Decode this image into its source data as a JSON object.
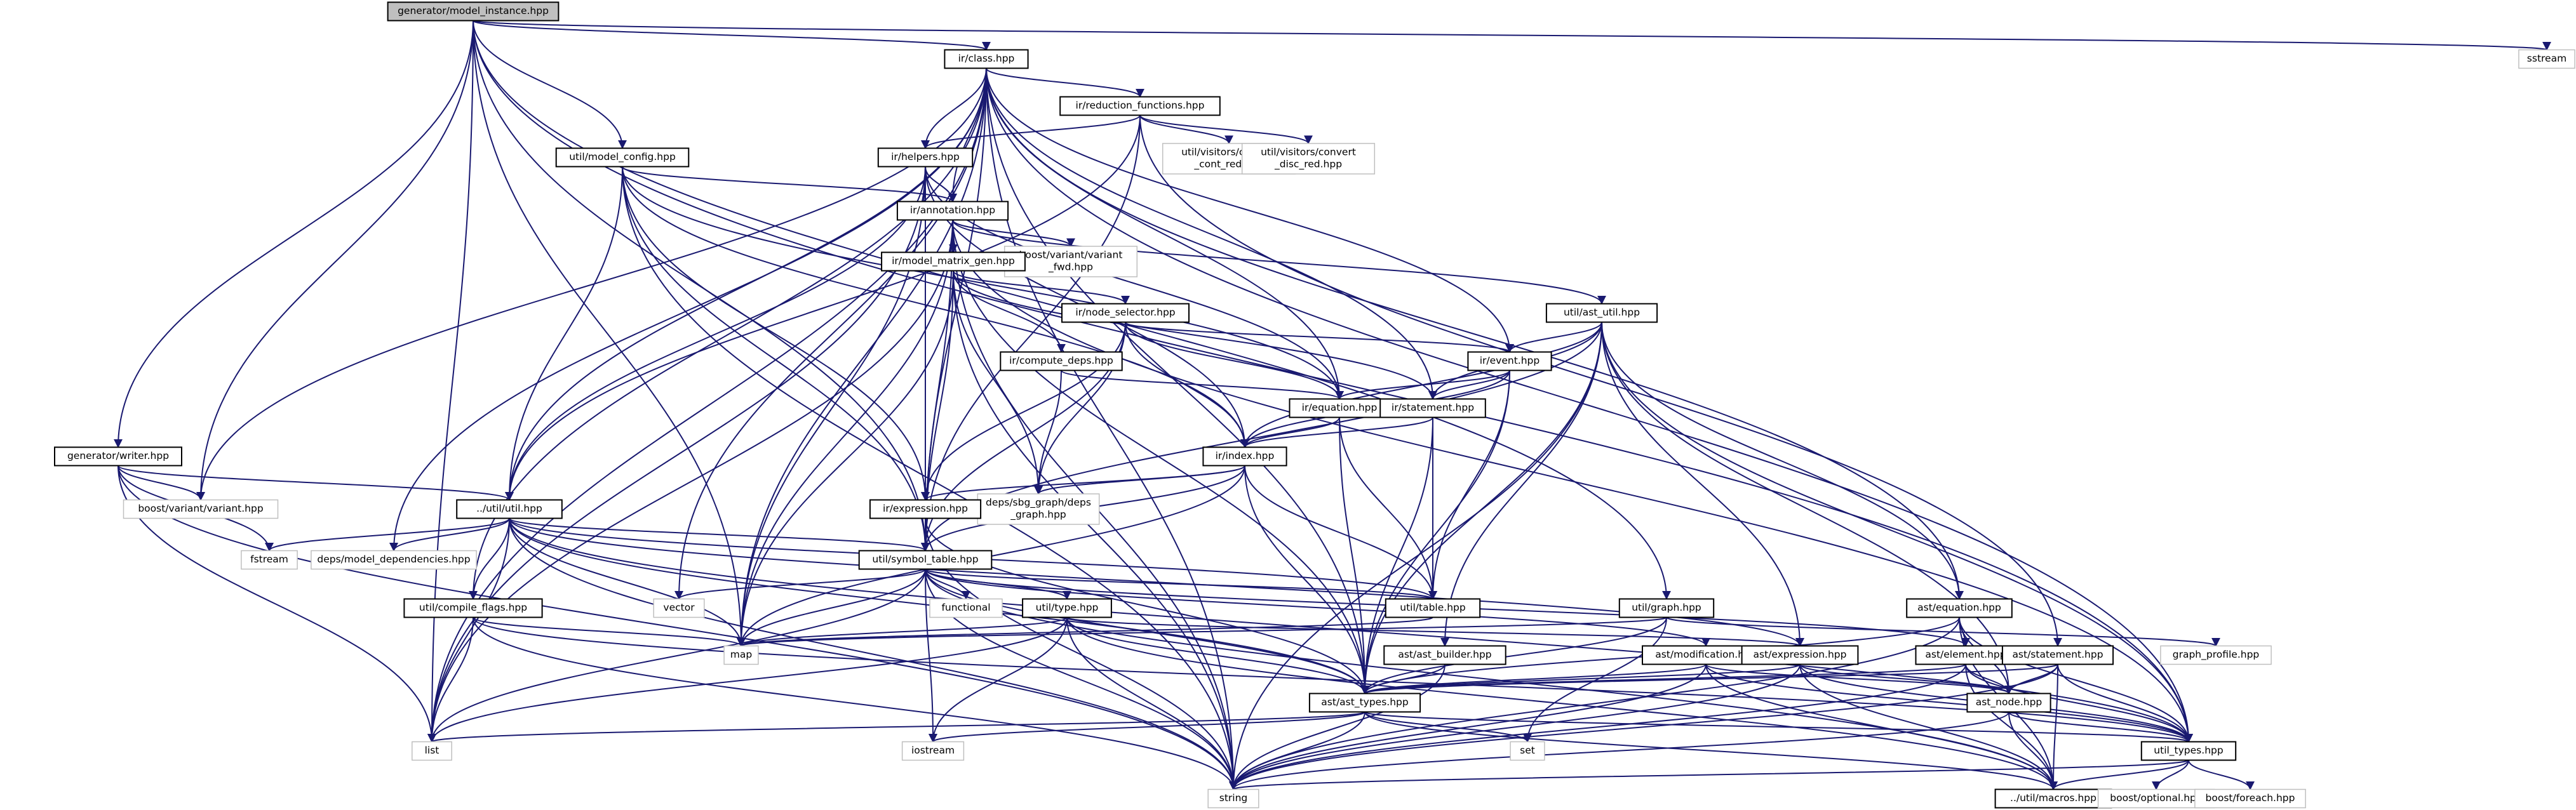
{
  "diagram": {
    "type": "include-dependency-graph",
    "nodes": [
      {
        "id": "n_root",
        "label": "generator/model_instance.hpp",
        "kind": "root"
      },
      {
        "id": "n_ir_class",
        "label": "ir/class.hpp",
        "kind": "box"
      },
      {
        "id": "n_sstream",
        "label": "sstream",
        "kind": "plain"
      },
      {
        "id": "n_red_fn",
        "label": "ir/reduction_functions.hpp",
        "kind": "box"
      },
      {
        "id": "n_ir_helpers",
        "label": "ir/helpers.hpp",
        "kind": "box"
      },
      {
        "id": "n_model_config",
        "label": "util/model_config.hpp",
        "kind": "box"
      },
      {
        "id": "n_conv_cont",
        "label": [
          "util/visitors/convert",
          "_cont_red.hpp"
        ],
        "kind": "plain"
      },
      {
        "id": "n_conv_disc",
        "label": [
          "util/visitors/convert",
          "_disc_red.hpp"
        ],
        "kind": "plain"
      },
      {
        "id": "n_ir_annot",
        "label": "ir/annotation.hpp",
        "kind": "box"
      },
      {
        "id": "n_bv_fwd",
        "label": [
          "boost/variant/variant",
          "_fwd.hpp"
        ],
        "kind": "plain"
      },
      {
        "id": "n_mmg",
        "label": "ir/model_matrix_gen.hpp",
        "kind": "box"
      },
      {
        "id": "n_ast_util",
        "label": "util/ast_util.hpp",
        "kind": "box"
      },
      {
        "id": "n_node_sel",
        "label": "ir/node_selector.hpp",
        "kind": "box"
      },
      {
        "id": "n_ir_event",
        "label": "ir/event.hpp",
        "kind": "box"
      },
      {
        "id": "n_comp_deps",
        "label": "ir/compute_deps.hpp",
        "kind": "box"
      },
      {
        "id": "n_ir_eq",
        "label": "ir/equation.hpp",
        "kind": "box"
      },
      {
        "id": "n_ir_stmt",
        "label": "ir/statement.hpp",
        "kind": "box"
      },
      {
        "id": "n_writer",
        "label": "generator/writer.hpp",
        "kind": "box"
      },
      {
        "id": "n_ir_index",
        "label": "ir/index.hpp",
        "kind": "box"
      },
      {
        "id": "n_bvv",
        "label": "boost/variant/variant.hpp",
        "kind": "plain"
      },
      {
        "id": "n_util_util",
        "label": "../util/util.hpp",
        "kind": "box"
      },
      {
        "id": "n_deps_graph",
        "label": [
          "deps/sbg_graph/deps",
          "_graph.hpp"
        ],
        "kind": "plain"
      },
      {
        "id": "n_ir_expr",
        "label": "ir/expression.hpp",
        "kind": "box"
      },
      {
        "id": "n_fstream",
        "label": "fstream",
        "kind": "plain"
      },
      {
        "id": "n_deps_model",
        "label": "deps/model_dependencies.hpp",
        "kind": "plain"
      },
      {
        "id": "n_sym_table",
        "label": "util/symbol_table.hpp",
        "kind": "box"
      },
      {
        "id": "n_vector",
        "label": "vector",
        "kind": "plain"
      },
      {
        "id": "n_functional",
        "label": "functional",
        "kind": "plain"
      },
      {
        "id": "n_util_table",
        "label": "util/table.hpp",
        "kind": "box"
      },
      {
        "id": "n_compile_flags",
        "label": "util/compile_flags.hpp",
        "kind": "box"
      },
      {
        "id": "n_util_type",
        "label": "util/type.hpp",
        "kind": "box"
      },
      {
        "id": "n_util_graph",
        "label": "util/graph.hpp",
        "kind": "box"
      },
      {
        "id": "n_ast_equation",
        "label": "ast/equation.hpp",
        "kind": "box"
      },
      {
        "id": "n_map",
        "label": "map",
        "kind": "plain"
      },
      {
        "id": "n_ast_builder",
        "label": "ast/ast_builder.hpp",
        "kind": "box"
      },
      {
        "id": "n_ast_mod",
        "label": "ast/modification.hpp",
        "kind": "box"
      },
      {
        "id": "n_ast_expr",
        "label": "ast/expression.hpp",
        "kind": "box"
      },
      {
        "id": "n_ast_element",
        "label": "ast/element.hpp",
        "kind": "box"
      },
      {
        "id": "n_ast_stmt",
        "label": "ast/statement.hpp",
        "kind": "box"
      },
      {
        "id": "n_graph_profile",
        "label": "graph_profile.hpp",
        "kind": "plain"
      },
      {
        "id": "n_ast_types",
        "label": "ast/ast_types.hpp",
        "kind": "box"
      },
      {
        "id": "n_ast_node",
        "label": "ast_node.hpp",
        "kind": "box"
      },
      {
        "id": "n_util_types",
        "label": "util_types.hpp",
        "kind": "box"
      },
      {
        "id": "n_list",
        "label": "list",
        "kind": "plain"
      },
      {
        "id": "n_iostream",
        "label": "iostream",
        "kind": "plain"
      },
      {
        "id": "n_set",
        "label": "set",
        "kind": "plain"
      },
      {
        "id": "n_string",
        "label": "string",
        "kind": "plain"
      },
      {
        "id": "n_macros",
        "label": "../util/macros.hpp",
        "kind": "box"
      },
      {
        "id": "n_boost_opt",
        "label": "boost/optional.hpp",
        "kind": "plain"
      },
      {
        "id": "n_boost_foreach",
        "label": "boost/foreach.hpp",
        "kind": "plain"
      }
    ],
    "edges": [
      [
        "n_root",
        "n_sstream"
      ],
      [
        "n_root",
        "n_ir_class"
      ],
      [
        "n_root",
        "n_model_config"
      ],
      [
        "n_root",
        "n_writer"
      ],
      [
        "n_root",
        "n_bvv"
      ],
      [
        "n_root",
        "n_sym_table"
      ],
      [
        "n_root",
        "n_util_types"
      ],
      [
        "n_root",
        "n_util_graph"
      ],
      [
        "n_root",
        "n_map"
      ],
      [
        "n_root",
        "n_list"
      ],
      [
        "n_ir_class",
        "n_red_fn"
      ],
      [
        "n_ir_class",
        "n_ir_helpers"
      ],
      [
        "n_ir_class",
        "n_ir_annot"
      ],
      [
        "n_ir_class",
        "n_ir_event"
      ],
      [
        "n_ir_class",
        "n_ir_stmt"
      ],
      [
        "n_ir_class",
        "n_ir_eq"
      ],
      [
        "n_ir_class",
        "n_util_util"
      ],
      [
        "n_ir_class",
        "n_sym_table"
      ],
      [
        "n_ir_class",
        "n_deps_model"
      ],
      [
        "n_ir_class",
        "n_ast_types"
      ],
      [
        "n_ir_class",
        "n_util_types"
      ],
      [
        "n_ir_class",
        "n_string"
      ],
      [
        "n_ir_class",
        "n_list"
      ],
      [
        "n_ir_class",
        "n_map"
      ],
      [
        "n_ir_class",
        "n_vector"
      ],
      [
        "n_ir_class",
        "n_bvv"
      ],
      [
        "n_ir_class",
        "n_ast_equation"
      ],
      [
        "n_ir_class",
        "n_compile_flags"
      ],
      [
        "n_red_fn",
        "n_ir_helpers"
      ],
      [
        "n_red_fn",
        "n_conv_cont"
      ],
      [
        "n_red_fn",
        "n_conv_disc"
      ],
      [
        "n_red_fn",
        "n_sym_table"
      ],
      [
        "n_red_fn",
        "n_util_util"
      ],
      [
        "n_red_fn",
        "n_ast_stmt"
      ],
      [
        "n_ir_helpers",
        "n_ir_annot"
      ],
      [
        "n_ir_helpers",
        "n_ir_eq"
      ],
      [
        "n_ir_helpers",
        "n_ir_index"
      ],
      [
        "n_ir_helpers",
        "n_ir_expr"
      ],
      [
        "n_ir_helpers",
        "n_sym_table"
      ],
      [
        "n_ir_helpers",
        "n_util_util"
      ],
      [
        "n_ir_helpers",
        "n_list"
      ],
      [
        "n_ir_helpers",
        "n_map"
      ],
      [
        "n_model_config",
        "n_ir_annot"
      ],
      [
        "n_model_config",
        "n_ir_eq"
      ],
      [
        "n_model_config",
        "n_ir_index"
      ],
      [
        "n_model_config",
        "n_ir_expr"
      ],
      [
        "n_model_config",
        "n_sym_table"
      ],
      [
        "n_model_config",
        "n_util_util"
      ],
      [
        "n_model_config",
        "n_string"
      ],
      [
        "n_ir_annot",
        "n_bv_fwd"
      ],
      [
        "n_ir_annot",
        "n_mmg"
      ],
      [
        "n_ir_annot",
        "n_ast_util"
      ],
      [
        "n_ir_annot",
        "n_sym_table"
      ],
      [
        "n_ir_annot",
        "n_util_types"
      ],
      [
        "n_ir_annot",
        "n_ast_types"
      ],
      [
        "n_ir_annot",
        "n_map"
      ],
      [
        "n_ir_annot",
        "n_string"
      ],
      [
        "n_ir_annot",
        "n_list"
      ],
      [
        "n_mmg",
        "n_node_sel"
      ],
      [
        "n_mmg",
        "n_comp_deps"
      ],
      [
        "n_mmg",
        "n_ir_stmt"
      ],
      [
        "n_mmg",
        "n_deps_graph"
      ],
      [
        "n_mmg",
        "n_sym_table"
      ],
      [
        "n_mmg",
        "n_map"
      ],
      [
        "n_mmg",
        "n_string"
      ],
      [
        "n_ast_util",
        "n_ir_event"
      ],
      [
        "n_ast_util",
        "n_ir_stmt"
      ],
      [
        "n_ast_util",
        "n_ir_index"
      ],
      [
        "n_ast_util",
        "n_ast_equation"
      ],
      [
        "n_ast_util",
        "n_ast_expr"
      ],
      [
        "n_ast_util",
        "n_ast_builder"
      ],
      [
        "n_ast_util",
        "n_ast_types"
      ],
      [
        "n_ast_util",
        "n_util_types"
      ],
      [
        "n_ast_util",
        "n_sym_table"
      ],
      [
        "n_ast_util",
        "n_string"
      ],
      [
        "n_ast_util",
        "n_ast_node"
      ],
      [
        "n_node_sel",
        "n_ir_event"
      ],
      [
        "n_node_sel",
        "n_ir_eq"
      ],
      [
        "n_node_sel",
        "n_ir_index"
      ],
      [
        "n_node_sel",
        "n_deps_graph"
      ],
      [
        "n_node_sel",
        "n_ir_expr"
      ],
      [
        "n_node_sel",
        "n_sym_table"
      ],
      [
        "n_ir_event",
        "n_ir_eq"
      ],
      [
        "n_ir_event",
        "n_ir_stmt"
      ],
      [
        "n_ir_event",
        "n_ir_index"
      ],
      [
        "n_ir_event",
        "n_util_table"
      ],
      [
        "n_ir_event",
        "n_ast_types"
      ],
      [
        "n_comp_deps",
        "n_ir_eq"
      ],
      [
        "n_comp_deps",
        "n_deps_graph"
      ],
      [
        "n_ir_eq",
        "n_ir_index"
      ],
      [
        "n_ir_eq",
        "n_util_table"
      ],
      [
        "n_ir_eq",
        "n_ast_types"
      ],
      [
        "n_ir_stmt",
        "n_ir_index"
      ],
      [
        "n_ir_stmt",
        "n_util_table"
      ],
      [
        "n_ir_stmt",
        "n_ast_types"
      ],
      [
        "n_writer",
        "n_bvv"
      ],
      [
        "n_writer",
        "n_util_util"
      ],
      [
        "n_writer",
        "n_fstream"
      ],
      [
        "n_writer",
        "n_string"
      ],
      [
        "n_writer",
        "n_list"
      ],
      [
        "n_ir_index",
        "n_ir_expr"
      ],
      [
        "n_ir_index",
        "n_deps_graph"
      ],
      [
        "n_ir_index",
        "n_util_table"
      ],
      [
        "n_ir_index",
        "n_sym_table"
      ],
      [
        "n_ir_index",
        "n_map"
      ],
      [
        "n_ir_index",
        "n_ast_types"
      ],
      [
        "n_util_util",
        "n_fstream"
      ],
      [
        "n_util_util",
        "n_deps_model"
      ],
      [
        "n_util_util",
        "n_sym_table"
      ],
      [
        "n_util_util",
        "n_compile_flags"
      ],
      [
        "n_util_util",
        "n_util_table"
      ],
      [
        "n_util_util",
        "n_map"
      ],
      [
        "n_util_util",
        "n_list"
      ],
      [
        "n_util_util",
        "n_string"
      ],
      [
        "n_util_util",
        "n_ast_types"
      ],
      [
        "n_util_util",
        "n_util_types"
      ],
      [
        "n_util_util",
        "n_ast_expr"
      ],
      [
        "n_ir_expr",
        "n_sym_table"
      ],
      [
        "n_ir_expr",
        "n_ast_types"
      ],
      [
        "n_ir_expr",
        "n_string"
      ],
      [
        "n_sym_table",
        "n_vector"
      ],
      [
        "n_sym_table",
        "n_functional"
      ],
      [
        "n_sym_table",
        "n_util_table"
      ],
      [
        "n_sym_table",
        "n_util_type"
      ],
      [
        "n_sym_table",
        "n_map"
      ],
      [
        "n_sym_table",
        "n_list"
      ],
      [
        "n_sym_table",
        "n_string"
      ],
      [
        "n_sym_table",
        "n_iostream"
      ],
      [
        "n_sym_table",
        "n_ast_types"
      ],
      [
        "n_sym_table",
        "n_ast_element"
      ],
      [
        "n_sym_table",
        "n_ast_mod"
      ],
      [
        "n_sym_table",
        "n_macros"
      ],
      [
        "n_util_table",
        "n_map"
      ],
      [
        "n_compile_flags",
        "n_map"
      ],
      [
        "n_compile_flags",
        "n_list"
      ],
      [
        "n_compile_flags",
        "n_string"
      ],
      [
        "n_compile_flags",
        "n_util_types"
      ],
      [
        "n_util_type",
        "n_map"
      ],
      [
        "n_util_type",
        "n_list"
      ],
      [
        "n_util_type",
        "n_string"
      ],
      [
        "n_util_type",
        "n_iostream"
      ],
      [
        "n_util_type",
        "n_ast_types"
      ],
      [
        "n_util_type",
        "n_ast_expr"
      ],
      [
        "n_util_type",
        "n_macros"
      ],
      [
        "n_util_graph",
        "n_map"
      ],
      [
        "n_util_graph",
        "n_set"
      ],
      [
        "n_util_graph",
        "n_graph_profile"
      ],
      [
        "n_util_graph",
        "n_ast_types"
      ],
      [
        "n_ast_equation",
        "n_ast_element"
      ],
      [
        "n_ast_equation",
        "n_ast_node"
      ],
      [
        "n_ast_equation",
        "n_ast_types"
      ],
      [
        "n_ast_equation",
        "n_util_types"
      ],
      [
        "n_ast_equation",
        "n_string"
      ],
      [
        "n_ast_equation",
        "n_macros"
      ],
      [
        "n_ast_builder",
        "n_ast_types"
      ],
      [
        "n_ast_builder",
        "n_string"
      ],
      [
        "n_ast_mod",
        "n_ast_types"
      ],
      [
        "n_ast_mod",
        "n_ast_node"
      ],
      [
        "n_ast_mod",
        "n_util_types"
      ],
      [
        "n_ast_mod",
        "n_string"
      ],
      [
        "n_ast_mod",
        "n_macros"
      ],
      [
        "n_ast_expr",
        "n_ast_types"
      ],
      [
        "n_ast_expr",
        "n_ast_node"
      ],
      [
        "n_ast_expr",
        "n_util_types"
      ],
      [
        "n_ast_expr",
        "n_string"
      ],
      [
        "n_ast_expr",
        "n_macros"
      ],
      [
        "n_ast_element",
        "n_ast_types"
      ],
      [
        "n_ast_element",
        "n_ast_node"
      ],
      [
        "n_ast_element",
        "n_util_types"
      ],
      [
        "n_ast_element",
        "n_string"
      ],
      [
        "n_ast_element",
        "n_macros"
      ],
      [
        "n_ast_stmt",
        "n_ast_types"
      ],
      [
        "n_ast_stmt",
        "n_ast_node"
      ],
      [
        "n_ast_stmt",
        "n_util_types"
      ],
      [
        "n_ast_stmt",
        "n_string"
      ],
      [
        "n_ast_stmt",
        "n_macros"
      ],
      [
        "n_ast_types",
        "n_list"
      ],
      [
        "n_ast_types",
        "n_iostream"
      ],
      [
        "n_ast_types",
        "n_set"
      ],
      [
        "n_ast_types",
        "n_string"
      ],
      [
        "n_ast_types",
        "n_util_types"
      ],
      [
        "n_ast_types",
        "n_macros"
      ],
      [
        "n_ast_node",
        "n_util_types"
      ],
      [
        "n_ast_node",
        "n_string"
      ],
      [
        "n_ast_node",
        "n_macros"
      ],
      [
        "n_util_types",
        "n_macros"
      ],
      [
        "n_util_types",
        "n_string"
      ],
      [
        "n_util_types",
        "n_boost_opt"
      ],
      [
        "n_util_types",
        "n_boost_foreach"
      ]
    ]
  }
}
